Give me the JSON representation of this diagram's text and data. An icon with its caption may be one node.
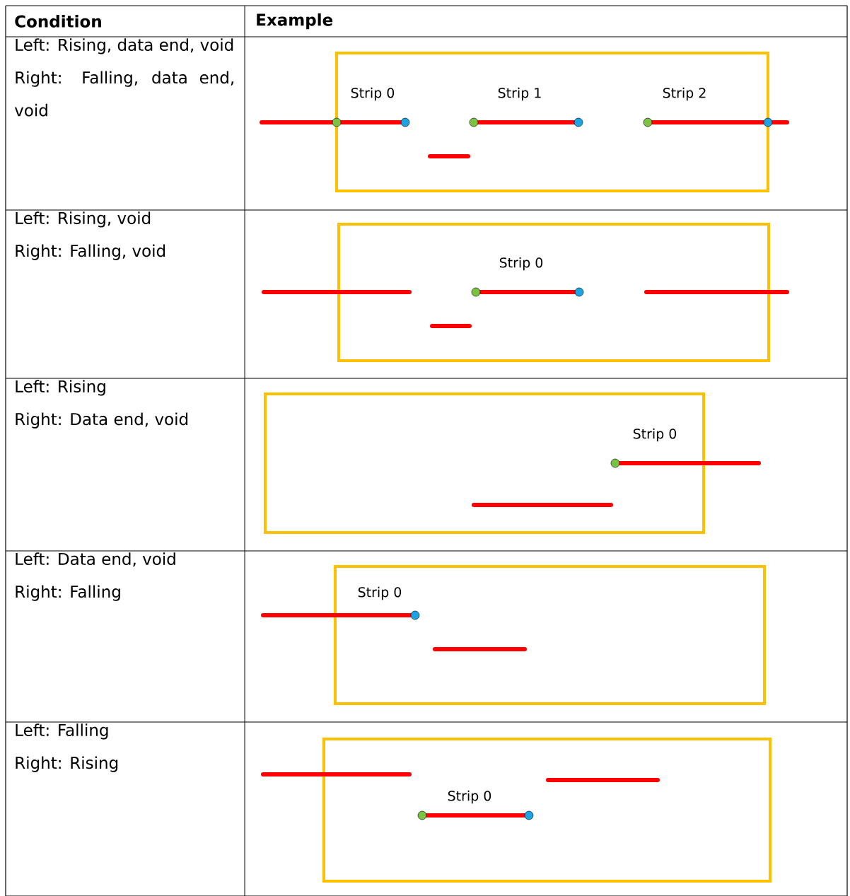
{
  "diagram": {
    "labels": [
      "Condition",
      "Example",
      "Left: Rising, data end, void",
      "Right: Falling, data end, void",
      "Strip 0",
      "Strip 1",
      "Strip 2",
      "Left: Rising, void",
      "Right: Falling, void",
      "Strip 0",
      "Left: Rising",
      "Right: Data end, void",
      "Strip 0",
      "Left: Data end, void",
      "Right: Falling",
      "Strip 0",
      "Left: Falling",
      "Right: Rising",
      "Strip 0"
    ]
  }
}
